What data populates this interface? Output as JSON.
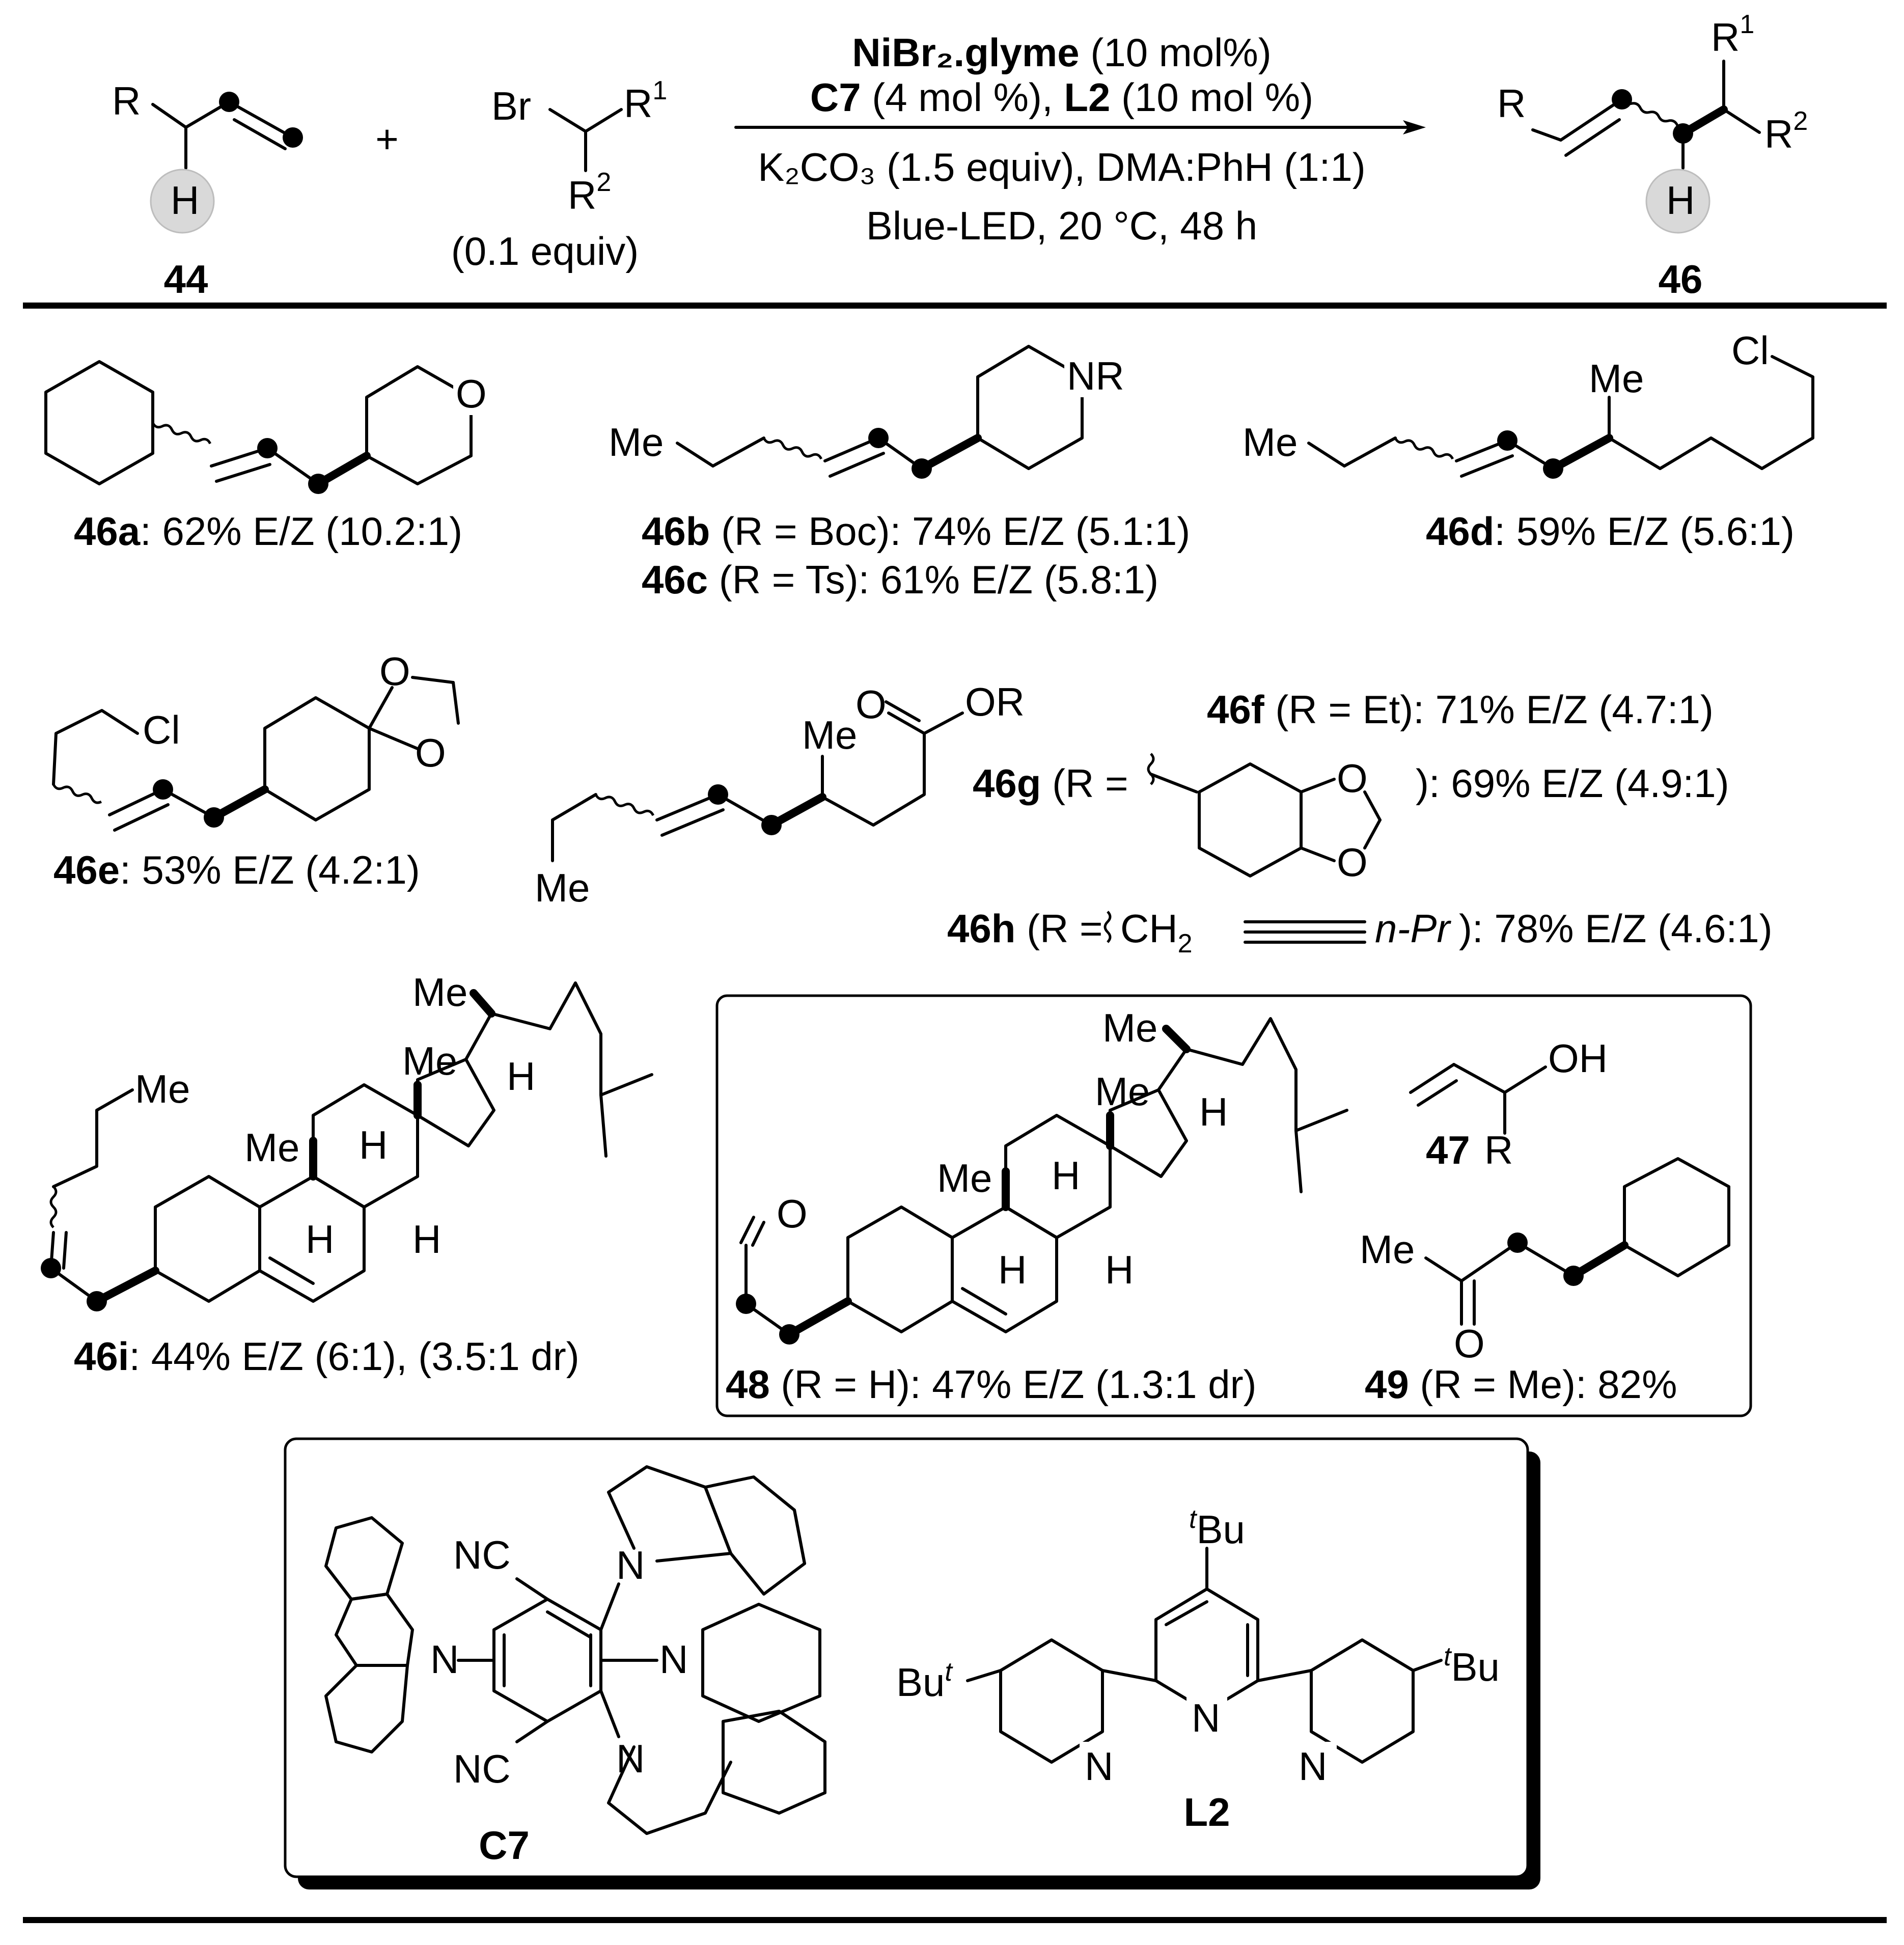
{
  "reaction": {
    "reactant_alkene": {
      "R": "R",
      "H": "H",
      "number": "44"
    },
    "plus": "+",
    "reactant_bromide": {
      "Br": "Br",
      "R1": "R",
      "R1_sup": "1",
      "R2": "R",
      "R2_sup": "2",
      "equiv": "(0.1 equiv)"
    },
    "conditions": {
      "line1_bold": "NiBr₂.glyme",
      "line1_rest": " (10 mol%)",
      "line2": {
        "c7": "C7",
        "c7_load": " (4 mol %), ",
        "l2": "L2",
        "l2_load": " (10 mol %)"
      },
      "line3": "K₂CO₃ (1.5 equiv), DMA:PhH (1:1)",
      "line4": "Blue-LED, 20 °C, 48 h"
    },
    "product": {
      "R": "R",
      "R1": "R",
      "R1_sup": "1",
      "R2": "R",
      "R2_sup": "2",
      "H": "H",
      "number": "46"
    }
  },
  "examples": {
    "a": {
      "id": "46a",
      "text": ": 62% E/Z (10.2:1)",
      "atoms": {
        "O": "O"
      }
    },
    "b": {
      "id": "46b",
      "text": " (R = Boc): 74% E/Z (5.1:1)",
      "atoms": {
        "Me": "Me",
        "NR": "NR"
      }
    },
    "c": {
      "id": "46c",
      "text": " (R = Ts): 61% E/Z (5.8:1)"
    },
    "d": {
      "id": "46d",
      "text": ": 59% E/Z (5.6:1)",
      "atoms": {
        "Me1": "Me",
        "Me2": "Me",
        "Cl": "Cl"
      }
    },
    "e": {
      "id": "46e",
      "text": ": 53% E/Z (4.2:1)",
      "atoms": {
        "Cl": "Cl",
        "O1": "O",
        "O2": "O"
      }
    },
    "f": {
      "id": "46f",
      "text": " (R = Et): 71% E/Z (4.7:1)",
      "atoms": {
        "O": "O",
        "OR": "OR",
        "Me1": "Me",
        "Me2": "Me"
      }
    },
    "g": {
      "id": "46g",
      "text_pre": " (R =",
      "text": "): 69% E/Z (4.9:1)",
      "atoms": {
        "O1": "O",
        "O2": "O"
      }
    },
    "h": {
      "id": "46h",
      "text_pre": " (R =",
      "ch2": "CH",
      "ch2_sub": "2",
      "npr": "n-Pr",
      "text": "): 78% E/Z (4.6:1)"
    },
    "i": {
      "id": "46i",
      "text": ": 44% E/Z (6:1), (3.5:1 dr)",
      "atoms": {
        "Me_chain": "Me",
        "Me_side": "Me",
        "Me_c13": "Me",
        "Me_c10": "Me",
        "H": "H"
      }
    }
  },
  "inset": {
    "compound48": {
      "id": "48",
      "text": " (R = H): 47% E/Z (1.3:1 dr)",
      "atoms": {
        "O": "O",
        "Me_side": "Me",
        "Me_c13": "Me",
        "Me_c10": "Me",
        "H": "H"
      }
    },
    "compound47": {
      "id": "47",
      "R": "R",
      "OH": "OH"
    },
    "compound49": {
      "id": "49",
      "text": " (R = Me): 82%",
      "atoms": {
        "Me": "Me",
        "O": "O"
      }
    }
  },
  "catalysts": {
    "C7": {
      "id": "C7",
      "NC": "NC",
      "N": "N"
    },
    "L2": {
      "id": "L2",
      "tBu": "Bu",
      "t": "t",
      "N": "N",
      "Bu_t": "Bu"
    }
  }
}
